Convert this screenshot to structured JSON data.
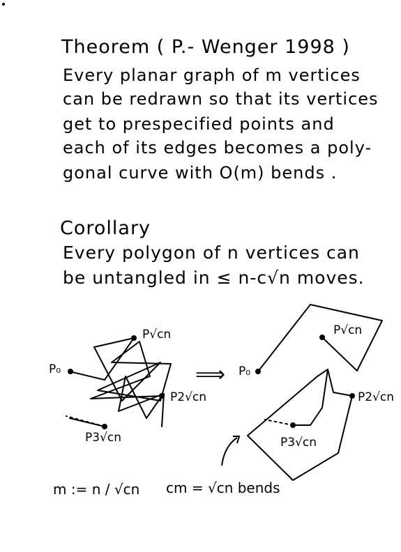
{
  "theorem": {
    "title": "Theorem ( P.- Wenger 1998 )",
    "lines": [
      "Every planar graph of m vertices",
      "can be redrawn so that its vertices",
      "get to prespecified points and",
      "each of its edges becomes a poly-",
      "gonal curve with O(m) bends ."
    ]
  },
  "corollary": {
    "title": "Corollary",
    "lines": [
      "Every polygon of n vertices can",
      "be untangled in ≤ n-c√n moves."
    ]
  },
  "diagram_left": {
    "labels": {
      "p0": "P₀",
      "p_sqrt": "P√cn",
      "p_2sqrt": "P2√cn",
      "p_3sqrt": "P3√cn"
    }
  },
  "arrow": "⟹",
  "diagram_right": {
    "labels": {
      "p0": "P₀",
      "p_sqrt": "P√cn",
      "p_2sqrt": "P2√cn",
      "p_3sqrt": "P3√cn"
    }
  },
  "formulas": {
    "m_def": "m := n / √cn",
    "bends": "cm = √cn  bends"
  }
}
